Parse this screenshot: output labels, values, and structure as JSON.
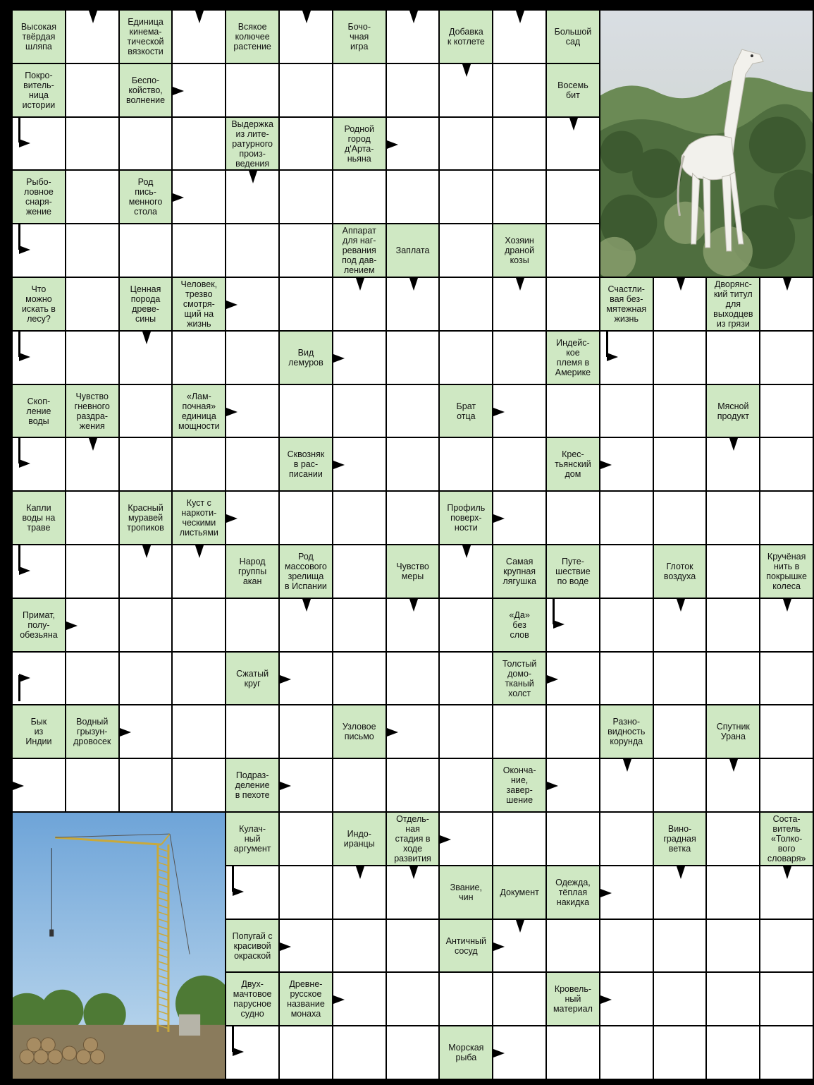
{
  "clues": [
    {
      "r": 0,
      "c": 0,
      "t": "Высокая\nтвёрдая\nшляпа",
      "a": []
    },
    {
      "r": 0,
      "c": 2,
      "t": "Единица\nкинема-\nтической\nвязкости",
      "a": []
    },
    {
      "r": 0,
      "c": 4,
      "t": "Всякое\nколючее\nрастение",
      "a": []
    },
    {
      "r": 0,
      "c": 6,
      "t": "Бочо-\nчная\nигра",
      "a": []
    },
    {
      "r": 0,
      "c": 8,
      "t": "Добавка\nк котлете",
      "a": []
    },
    {
      "r": 0,
      "c": 10,
      "t": "Большой\nсад",
      "a": []
    },
    {
      "r": 1,
      "c": 0,
      "t": "Покро-\nвитель-\nница\nистории",
      "a": []
    },
    {
      "r": 1,
      "c": 2,
      "t": "Беспо-\nкойство,\nволнение",
      "a": []
    },
    {
      "r": 1,
      "c": 10,
      "t": "Восемь\nбит",
      "a": []
    },
    {
      "r": 2,
      "c": 4,
      "t": "Выдержка\nиз лите-\nратурного\nпроиз-\nведения",
      "a": []
    },
    {
      "r": 2,
      "c": 6,
      "t": "Родной\nгород\nд'Арта-\nньяна",
      "a": []
    },
    {
      "r": 3,
      "c": 0,
      "t": "Рыбо-\nловное\nснаря-\nжение",
      "a": []
    },
    {
      "r": 3,
      "c": 2,
      "t": "Род\nпись-\nменного\nстола",
      "a": []
    },
    {
      "r": 4,
      "c": 6,
      "t": "Аппарат\nдля наг-\nревания\nпод дав-\nлением",
      "a": []
    },
    {
      "r": 4,
      "c": 7,
      "t": "Заплата",
      "a": []
    },
    {
      "r": 4,
      "c": 9,
      "t": "Хозяин\nдраной\nкозы",
      "a": []
    },
    {
      "r": 5,
      "c": 0,
      "t": "Что\nможно\nискать в\nлесу?",
      "a": []
    },
    {
      "r": 5,
      "c": 2,
      "t": "Ценная\nпорода\nдреве-\nсины",
      "a": []
    },
    {
      "r": 5,
      "c": 3,
      "t": "Человек,\nтрезво\nсмотря-\nщий на\nжизнь",
      "a": []
    },
    {
      "r": 5,
      "c": 11,
      "t": "Счастли-\nвая без-\nмятежная\nжизнь",
      "a": []
    },
    {
      "r": 5,
      "c": 13,
      "t": "Дворянс-\nкий титул\nдля\nвыходцев\nиз грязи",
      "a": []
    },
    {
      "r": 6,
      "c": 5,
      "t": "Вид\nлемуров",
      "a": []
    },
    {
      "r": 6,
      "c": 10,
      "t": "Индейс-\nкое\nплемя в\nАмерике",
      "a": []
    },
    {
      "r": 7,
      "c": 0,
      "t": "Скоп-\nление\nводы",
      "a": []
    },
    {
      "r": 7,
      "c": 1,
      "t": "Чувство\nгневного\nраздра-\nжения",
      "a": []
    },
    {
      "r": 7,
      "c": 3,
      "t": "«Лам-\nпочная»\nединица\nмощности",
      "a": []
    },
    {
      "r": 7,
      "c": 8,
      "t": "Брат\nотца",
      "a": []
    },
    {
      "r": 7,
      "c": 13,
      "t": "Мясной\nпродукт",
      "a": []
    },
    {
      "r": 8,
      "c": 5,
      "t": "Сквозняк\nв рас-\nписании",
      "a": []
    },
    {
      "r": 8,
      "c": 10,
      "t": "Крес-\nтьянский\nдом",
      "a": []
    },
    {
      "r": 9,
      "c": 0,
      "t": "Капли\nводы на\nтраве",
      "a": []
    },
    {
      "r": 9,
      "c": 2,
      "t": "Красный\nмуравей\nтропиков",
      "a": []
    },
    {
      "r": 9,
      "c": 3,
      "t": "Куст с\nнаркоти-\nческими\nлистьями",
      "a": []
    },
    {
      "r": 9,
      "c": 8,
      "t": "Профиль\nповерх-\nности",
      "a": []
    },
    {
      "r": 10,
      "c": 4,
      "t": "Народ\nгруппы\nакан",
      "a": []
    },
    {
      "r": 10,
      "c": 5,
      "t": "Род\nмассового\nзрелища\nв Испании",
      "a": []
    },
    {
      "r": 10,
      "c": 7,
      "t": "Чувство\nмеры",
      "a": []
    },
    {
      "r": 10,
      "c": 9,
      "t": "Самая\nкрупная\nлягушка",
      "a": []
    },
    {
      "r": 10,
      "c": 10,
      "t": "Путе-\nшествие\nпо воде",
      "a": []
    },
    {
      "r": 10,
      "c": 12,
      "t": "Глоток\nвоздуха",
      "a": []
    },
    {
      "r": 10,
      "c": 14,
      "t": "Кручёная\nнить в\nпокрышке\nколеса",
      "a": []
    },
    {
      "r": 11,
      "c": 0,
      "t": "Примат,\nполу-\nобезьяна",
      "a": []
    },
    {
      "r": 11,
      "c": 9,
      "t": "«Да»\nбез\nслов",
      "a": []
    },
    {
      "r": 12,
      "c": 4,
      "t": "Сжатый\nкруг",
      "a": []
    },
    {
      "r": 12,
      "c": 9,
      "t": "Толстый\nдомо-\nтканый\nхолст",
      "a": []
    },
    {
      "r": 13,
      "c": 0,
      "t": "Бык\nиз\nИндии",
      "a": []
    },
    {
      "r": 13,
      "c": 1,
      "t": "Водный\nгрызун-\nдровосек",
      "a": []
    },
    {
      "r": 13,
      "c": 6,
      "t": "Узловое\nписьмо",
      "a": []
    },
    {
      "r": 13,
      "c": 11,
      "t": "Разно-\nвидность\nкорунда",
      "a": []
    },
    {
      "r": 13,
      "c": 13,
      "t": "Спутник\nУрана",
      "a": []
    },
    {
      "r": 14,
      "c": 4,
      "t": "Подраз-\nделение\nв пехоте",
      "a": []
    },
    {
      "r": 14,
      "c": 9,
      "t": "Оконча-\nние,\nзавер-\nшение",
      "a": []
    },
    {
      "r": 15,
      "c": 4,
      "t": "Кулач-\nный\nаргумент",
      "a": []
    },
    {
      "r": 15,
      "c": 6,
      "t": "Индо-\nиранцы",
      "a": []
    },
    {
      "r": 15,
      "c": 7,
      "t": "Отдель-\nная\nстадия в\nходе\nразвития",
      "a": []
    },
    {
      "r": 15,
      "c": 12,
      "t": "Вино-\nградная\nветка",
      "a": []
    },
    {
      "r": 15,
      "c": 14,
      "t": "Соста-\nвитель\n«Толко-\nвого\nсловаря»",
      "a": []
    },
    {
      "r": 16,
      "c": 8,
      "t": "Звание,\nчин",
      "a": []
    },
    {
      "r": 16,
      "c": 9,
      "t": "Документ",
      "a": []
    },
    {
      "r": 16,
      "c": 10,
      "t": "Одежда,\nтёплая\nнакидка",
      "a": []
    },
    {
      "r": 17,
      "c": 4,
      "t": "Попугай с\nкрасивой\nокраской",
      "a": []
    },
    {
      "r": 17,
      "c": 8,
      "t": "Античный\nсосуд",
      "a": []
    },
    {
      "r": 18,
      "c": 4,
      "t": "Двух-\nмачтовое\nпарусное\nсудно",
      "a": []
    },
    {
      "r": 18,
      "c": 5,
      "t": "Древне-\nрусское\nназвание\nмонаха",
      "a": []
    },
    {
      "r": 18,
      "c": 10,
      "t": "Кровель-\nный\nматериал",
      "a": []
    },
    {
      "r": 19,
      "c": 8,
      "t": "Морская\nрыба",
      "a": []
    }
  ],
  "photos": [
    {
      "name": "giraffe-photo",
      "subject": "white giraffe"
    },
    {
      "name": "crane-photo",
      "subject": "tower crane"
    }
  ]
}
